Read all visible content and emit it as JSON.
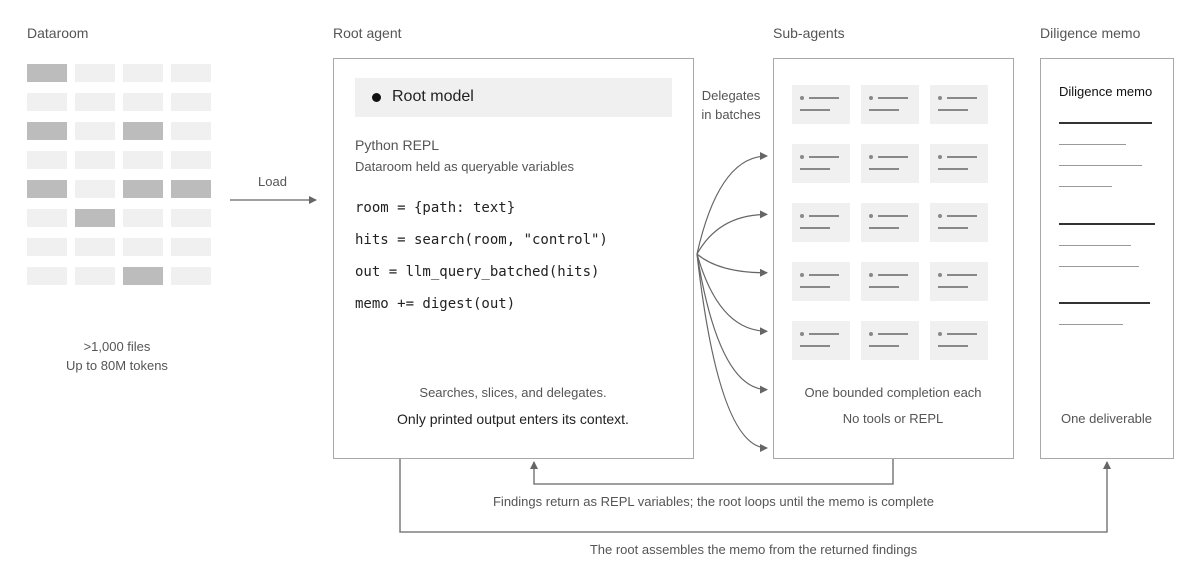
{
  "sections": {
    "dataroom": "Dataroom",
    "root_agent": "Root agent",
    "sub_agents": "Sub-agents",
    "memo": "Diligence memo"
  },
  "dataroom": {
    "caption_line1": ">1,000 files",
    "caption_line2": "Up to 80M tokens",
    "grid": [
      [
        1,
        0,
        0,
        0
      ],
      [
        0,
        0,
        0,
        0
      ],
      [
        1,
        0,
        1,
        0
      ],
      [
        0,
        0,
        0,
        0
      ],
      [
        1,
        0,
        1,
        1
      ],
      [
        0,
        1,
        0,
        0
      ],
      [
        0,
        0,
        0,
        0
      ],
      [
        0,
        0,
        1,
        0
      ]
    ],
    "colors": {
      "cell": "#f0f0f0",
      "highlight": "#bcbcbc"
    }
  },
  "load_label": "Load",
  "root": {
    "model_label": "Root model",
    "repl_title": "Python REPL",
    "repl_subtitle": "Dataroom held as queryable variables",
    "code": [
      "room = {path: text}",
      "hits = search(room, \"control\")",
      "out = llm_query_batched(hits)",
      "memo += digest(out)"
    ],
    "caption_line1": "Searches, slices, and delegates.",
    "caption_line2": "Only printed output enters its context."
  },
  "delegates_label_line1": "Delegates",
  "delegates_label_line2": "in batches",
  "sub_agents": {
    "rows": 5,
    "cols": 3,
    "caption_line1": "One bounded completion each",
    "caption_line2": "No tools or REPL"
  },
  "memo": {
    "title": "Diligence memo",
    "caption": "One deliverable"
  },
  "findings_label": "Findings return as REPL variables; the root loops until the memo is complete",
  "assemble_label": "The root assembles the memo from the returned findings"
}
